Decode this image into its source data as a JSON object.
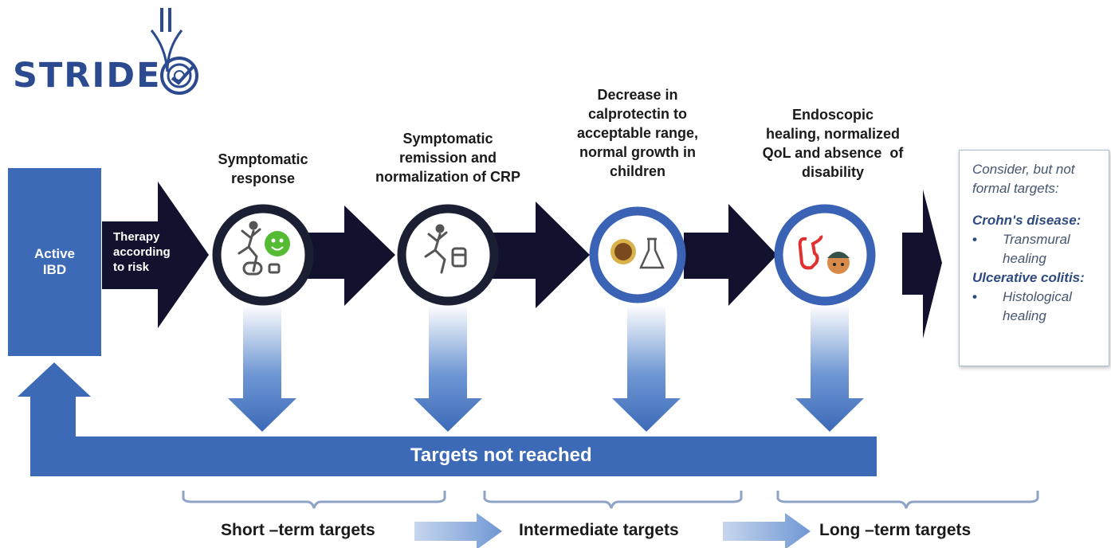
{
  "logo": {
    "text": "STRIDE"
  },
  "start": {
    "line1": "Active",
    "line2": "IBD"
  },
  "therapy": {
    "line1": "Therapy",
    "line2": "according",
    "line3": "to risk"
  },
  "goals": [
    {
      "lines": [
        "Symptomatic",
        "response"
      ]
    },
    {
      "lines": [
        "Symptomatic",
        "remission and",
        "normalization of CRP"
      ]
    },
    {
      "lines": [
        "Decrease in",
        "calprotectin to",
        "acceptable range,",
        "normal growth in",
        "children"
      ]
    },
    {
      "lines": [
        "Endoscopic",
        "healing, normalized",
        "QoL and absence  of",
        "disability"
      ]
    }
  ],
  "side_box": {
    "intro_1": "Consider, but not",
    "intro_2": "formal targets:",
    "crohn_heading": "Crohn's disease:",
    "crohn_item_1": "Transmural",
    "crohn_item_2": "healing",
    "uc_heading": "Ulcerative colitis:",
    "uc_item_1": "Histological",
    "uc_item_2": "healing",
    "bullet": "•"
  },
  "loop": {
    "label": "Targets not reached"
  },
  "timeline": {
    "short": "Short –term targets",
    "intermediate": "Intermediate targets",
    "long": "Long –term targets"
  },
  "colors": {
    "dark_arrow": "#12122e",
    "blue": "#3c6ab7",
    "ring_dark": "#1b1f33",
    "ring_blue": "#3a62b5",
    "bracket": "#8ea3c6"
  }
}
